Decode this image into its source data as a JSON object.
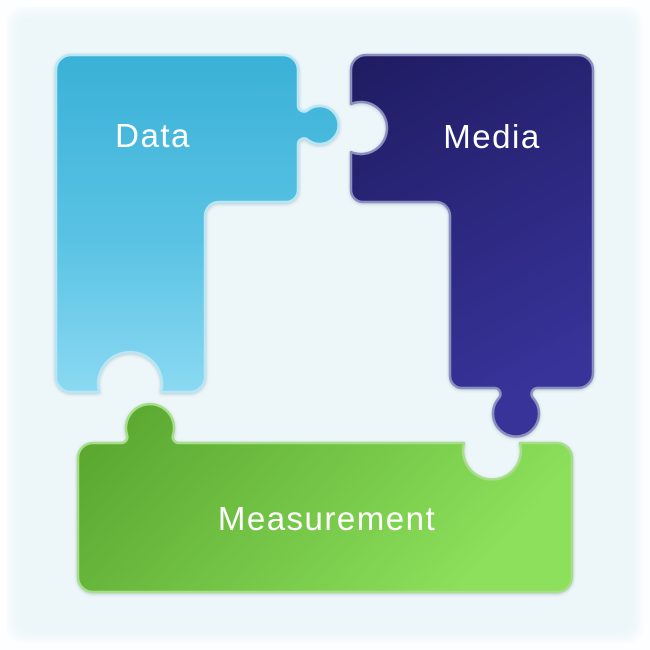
{
  "background": {
    "frame_color": "#fcfeff",
    "canvas_color": "#edf7fa"
  },
  "diagram": {
    "type": "puzzle-pieces",
    "pieces": [
      {
        "id": "data",
        "label": "Data",
        "gradient_start": "#3ab1d7",
        "gradient_end": "#8bd9f2",
        "rim": "#b9e6f4",
        "label_color": "#ffffff"
      },
      {
        "id": "media",
        "label": "Media",
        "gradient_start": "#1f1c62",
        "gradient_end": "#373399",
        "rim": "#8a8fc0",
        "label_color": "#ffffff"
      },
      {
        "id": "measurement",
        "label": "Measurement",
        "gradient_start": "#56a22d",
        "gradient_end": "#8ce05b",
        "rim": "#a8dd8a",
        "label_color": "#ffffff"
      }
    ]
  }
}
